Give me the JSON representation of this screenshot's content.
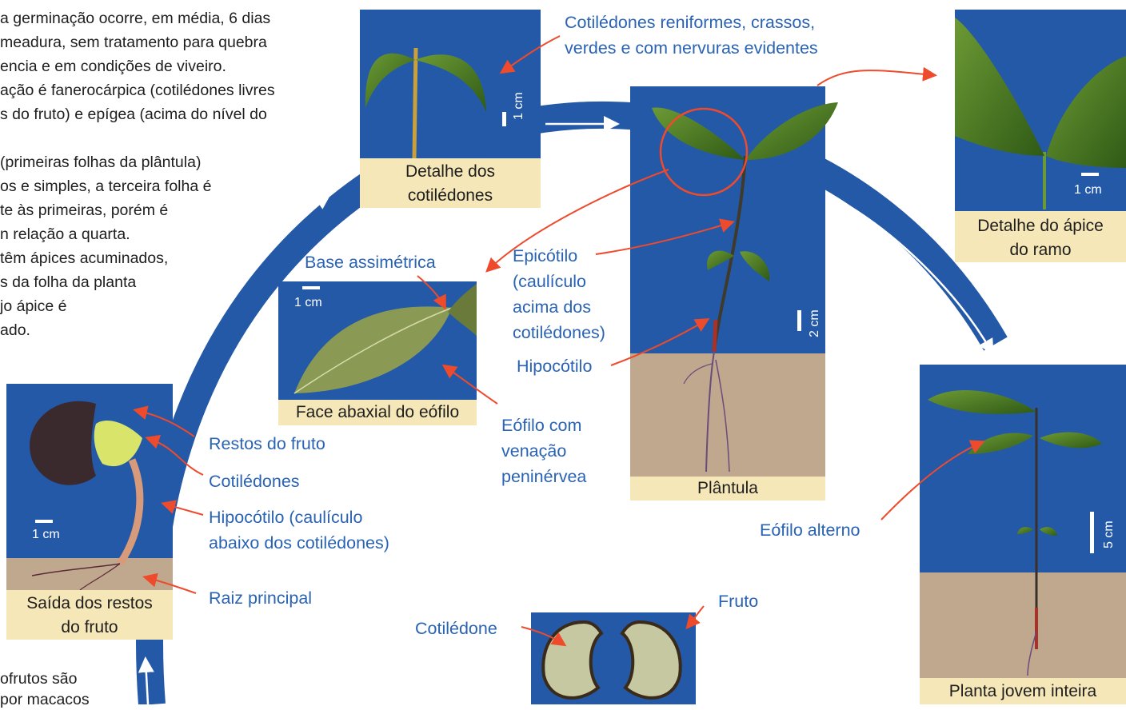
{
  "intro_lines": [
    "a germinação ocorre, em média, 6 dias",
    "meadura, sem tratamento para quebra",
    "encia e em condições de viveiro.",
    "ação é fanerocárpica (cotilédones livres",
    "s do fruto) e epígea (acima do nível do",
    "",
    " (primeiras folhas da plântula)",
    "os e simples, a terceira folha é",
    "te às primeiras, porém é",
    "n relação a quarta.",
    " têm ápices acuminados,",
    "s da folha da planta",
    "jo ápice é",
    "ado."
  ],
  "footer_lines": [
    "ofrutos são",
    "por macacos"
  ],
  "captions": {
    "cotyledon_detail": "Detalhe dos\ncotilédones",
    "seedling": "Plântula",
    "apex_detail": "Detalhe do ápice\ndo ramo",
    "leaf_face": "Face abaxial do eófilo",
    "fruit_exit": "Saída dos restos\ndo fruto",
    "young_plant": "Planta jovem inteira"
  },
  "scales": {
    "cotyledon": "1 cm",
    "seedling": "2 cm",
    "apex": "1 cm",
    "leaf": "1 cm",
    "fruit_exit": "1 cm",
    "young_plant": "5 cm"
  },
  "labels": {
    "cotyledon_desc": "Cotilédones reniformes, crassos,\nverdes e com nervuras evidentes",
    "base": "Base assimétrica",
    "epicotyl": "Epicótilo\n(caulículo\nacima dos\ncotilédones)",
    "hypocotyl": "Hipocótilo",
    "eophyll_venation": "Eófilo com\nvenação\npeninérvea",
    "fruit_remains": "Restos do fruto",
    "cotyledons": "Cotilédones",
    "hypocotyl_below": "Hipocótilo (caulículo\nabaixo dos cotilédones)",
    "main_root": "Raiz principal",
    "alternate_eophyll": "Eófilo alterno",
    "fruit": "Fruto",
    "cotyledon": "Cotilédone"
  },
  "colors": {
    "panel_blue": "#2459a8",
    "soil": "#bfa88e",
    "caption_bg": "#f6e7b8",
    "label_blue": "#2a63b4",
    "arrow_red": "#ee4a2c",
    "leaf_green": "#4f7a22"
  }
}
